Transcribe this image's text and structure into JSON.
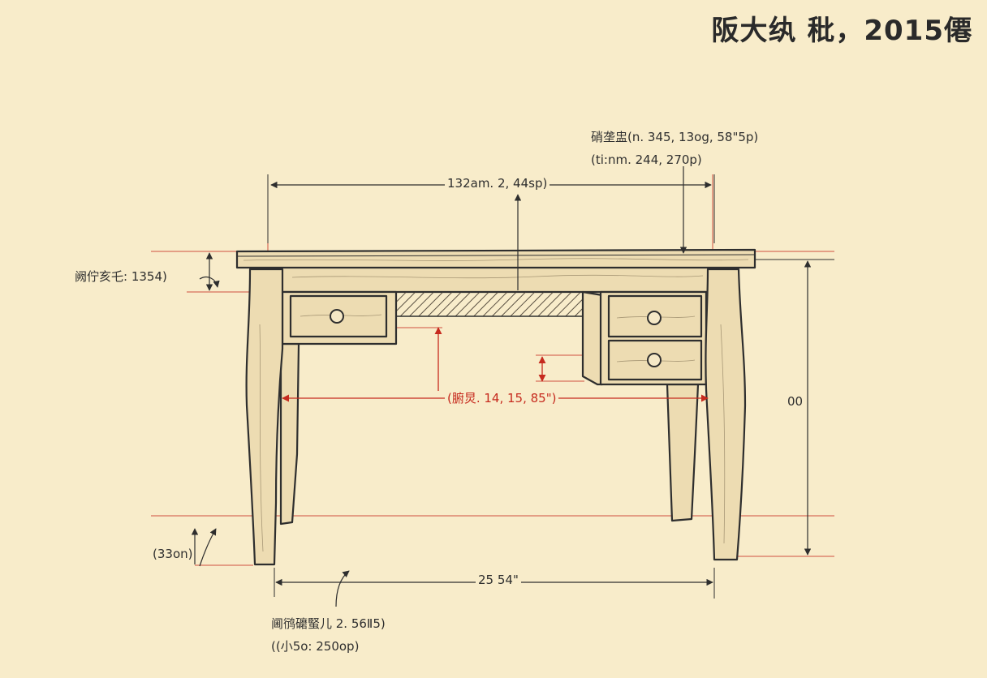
{
  "title": "阪大纨 秕，2015僊",
  "labels": {
    "top_note_line1": "硝垄盅(n. 345, 13og, 58\"5p)",
    "top_note_line2": "(ti:nm. 244, 270p)",
    "top_width": "132am. 2, 44sp)",
    "left_top": "阙佇亥乇: 1354)",
    "inner_red": "(腑炅. 14, 15, 85\")",
    "right_height": "00",
    "left_bottom": "(33on)",
    "bottom_width": "25 54\"",
    "bottom_note_line1": "阃鸻礳蜸儿 2. 56Ⅱ5)",
    "bottom_note_line2": "((小5o: 250op)"
  },
  "colors": {
    "paper": "#f8ecca",
    "ink": "#2e2e2e",
    "red": "#c62a1e",
    "wood": "#eddcb2"
  }
}
